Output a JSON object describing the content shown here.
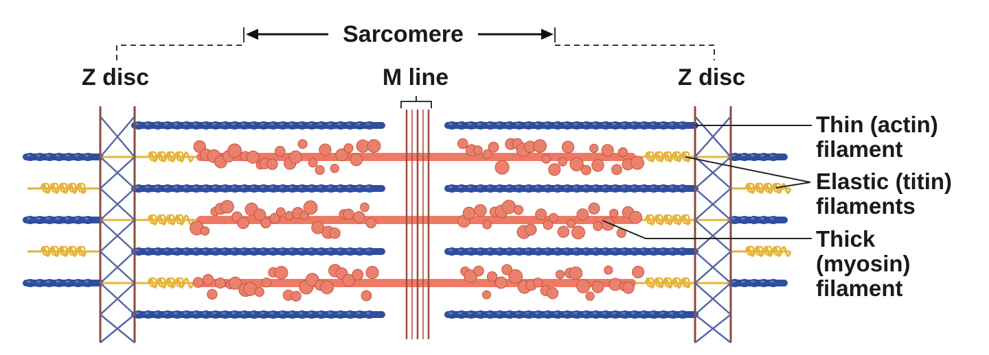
{
  "labels": {
    "sarcomere": "Sarcomere",
    "z_disc_left": "Z disc",
    "z_disc_right": "Z disc",
    "m_line": "M line",
    "thin_line1": "Thin (actin)",
    "thin_line2": "filament",
    "elastic_line1": "Elastic (titin)",
    "elastic_line2": "filaments",
    "thick_line1": "Thick",
    "thick_line2": "(myosin)",
    "thick_line3": "filament"
  },
  "colors": {
    "actin": "#2f4e9c",
    "actin_light": "#6a87c8",
    "myosin": "#ee7a66",
    "myosin_head": "#e9816d",
    "myosin_edge": "#c9503c",
    "titin": "#e6b43a",
    "z_disc": "#8b4a3a",
    "z_cross": "#5568a8",
    "m_line": "#a04a3a",
    "leader": "#222222"
  }
}
